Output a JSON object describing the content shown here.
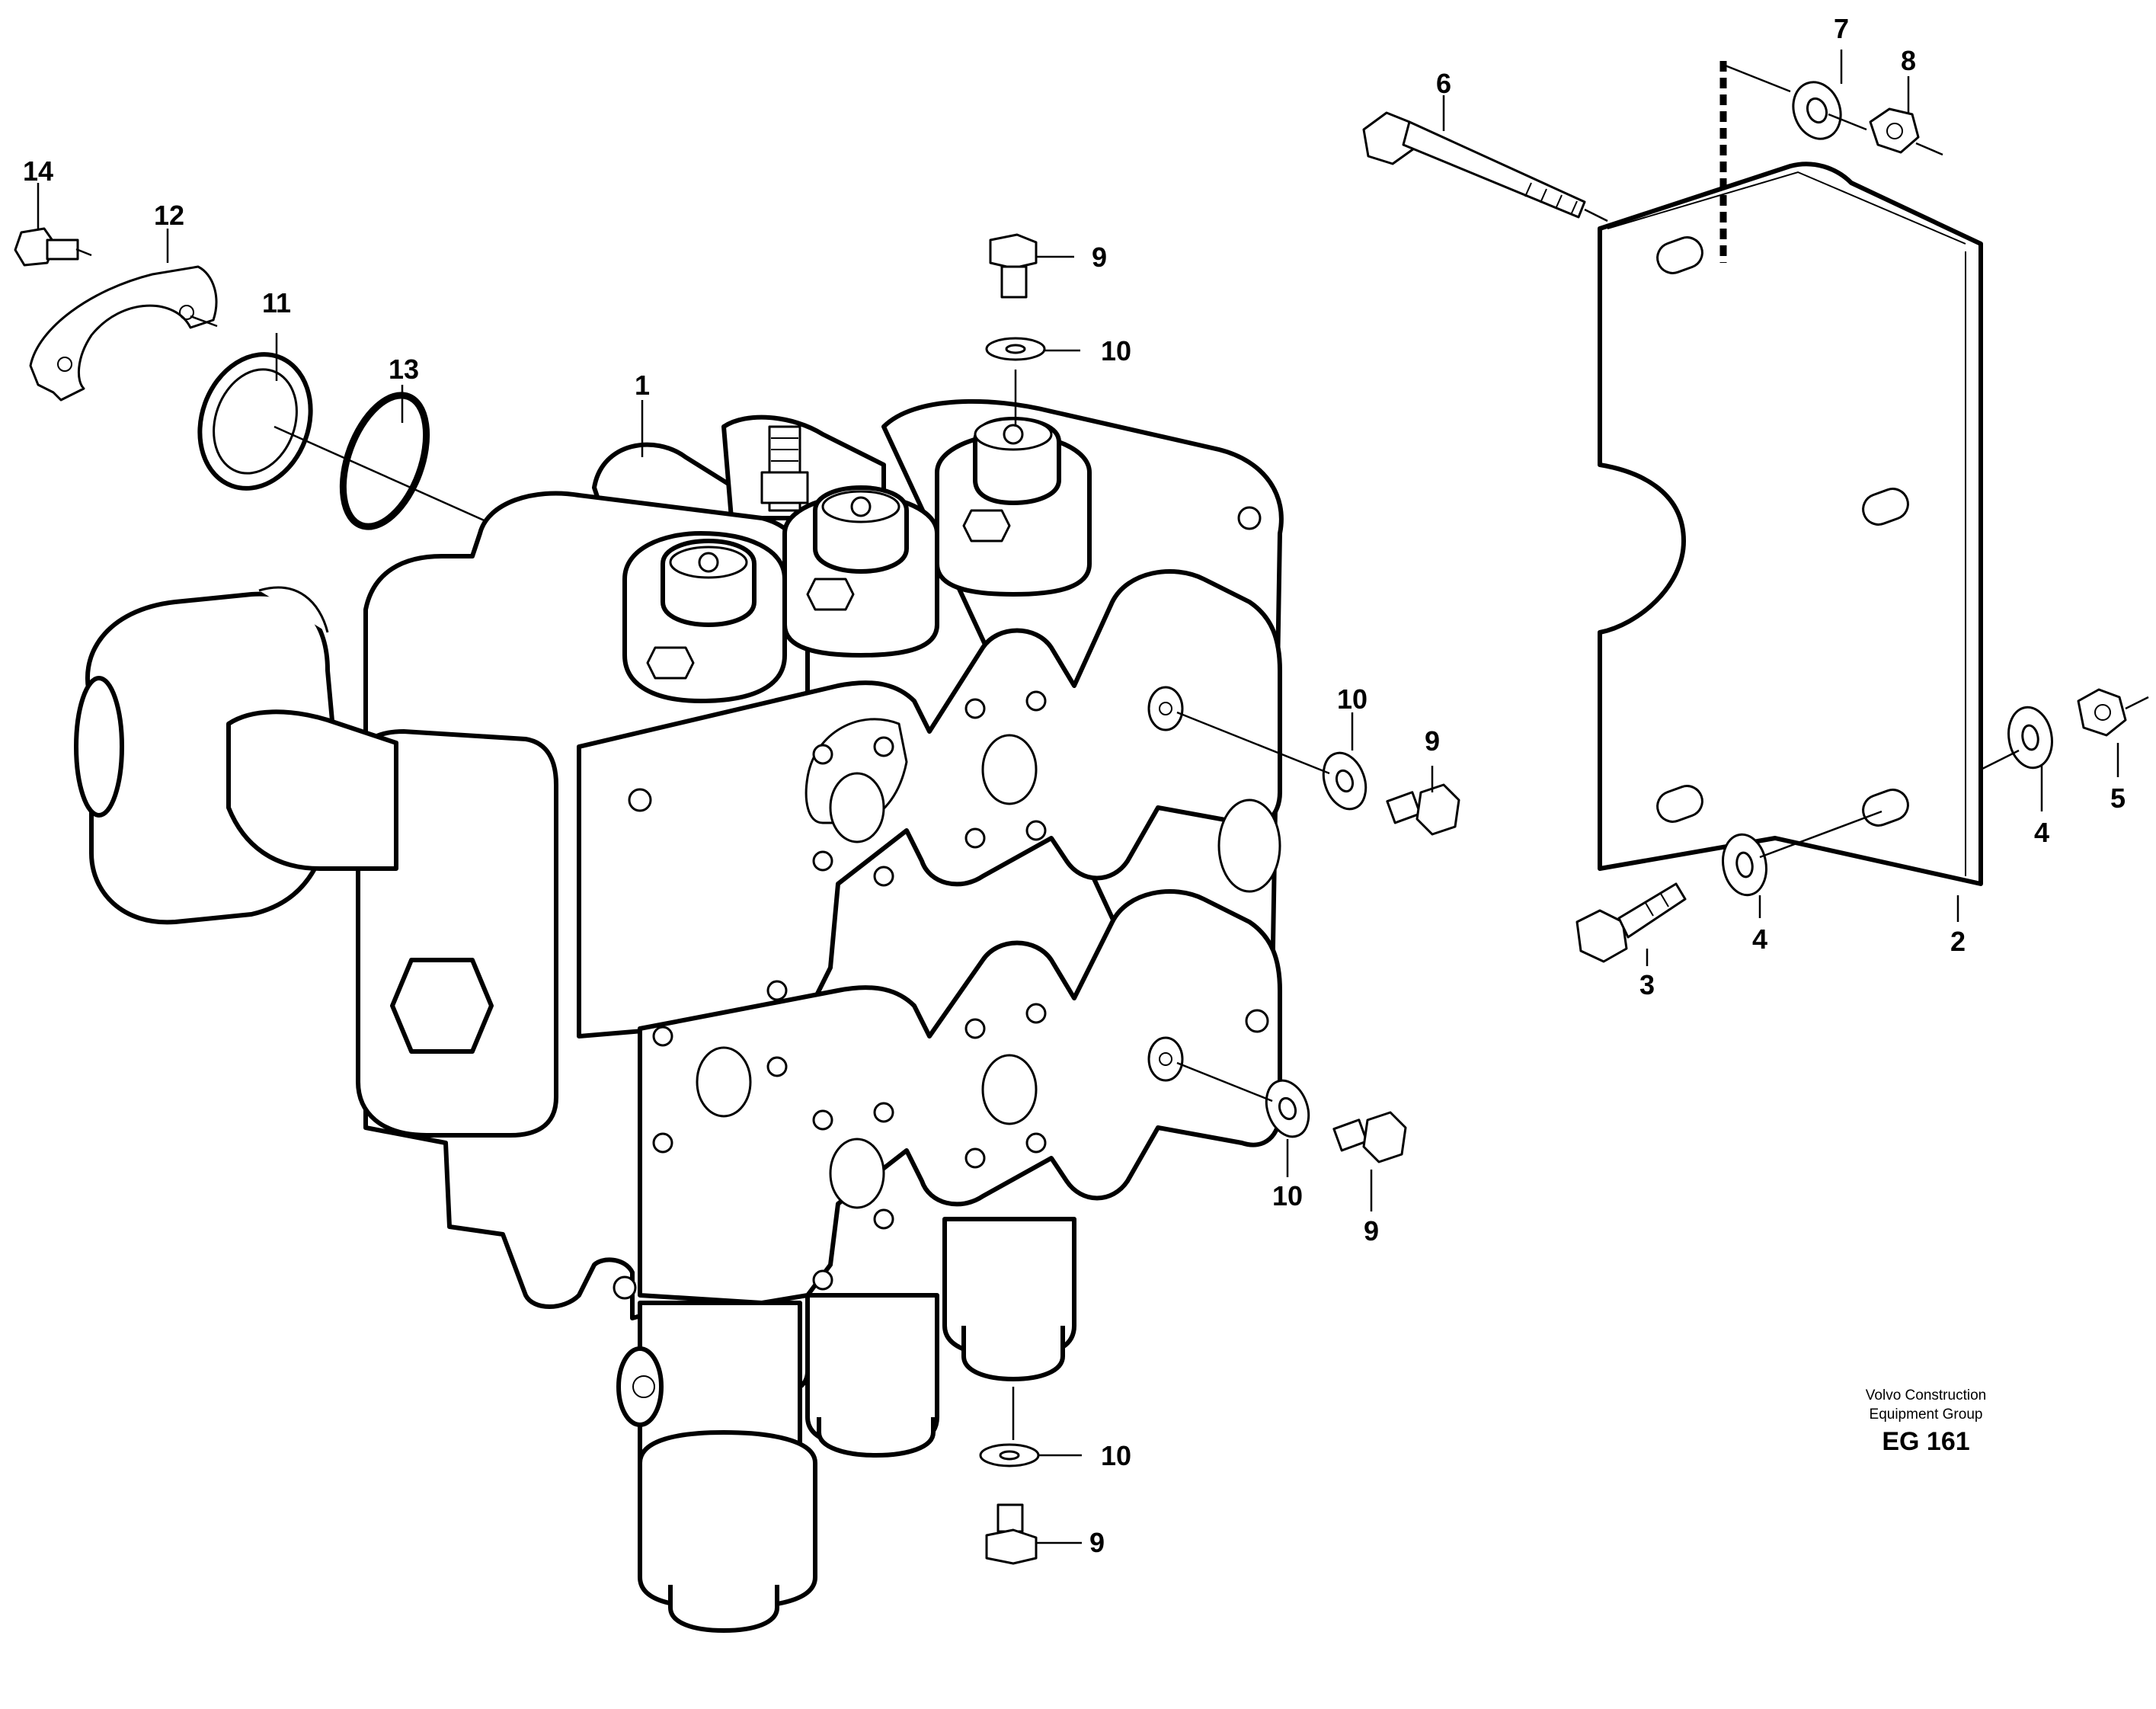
{
  "callouts": {
    "c1": "1",
    "c2": "2",
    "c3": "3",
    "c4a": "4",
    "c4b": "4",
    "c5": "5",
    "c6": "6",
    "c7": "7",
    "c8": "8",
    "c9a": "9",
    "c9b": "9",
    "c9c": "9",
    "c9d": "9",
    "c10a": "10",
    "c10b": "10",
    "c10c": "10",
    "c10d": "10",
    "c11": "11",
    "c12": "12",
    "c13": "13",
    "c14": "14"
  },
  "credit": {
    "line1": "Volvo Construction",
    "line2": "Equipment Group",
    "code": "EG 161"
  }
}
